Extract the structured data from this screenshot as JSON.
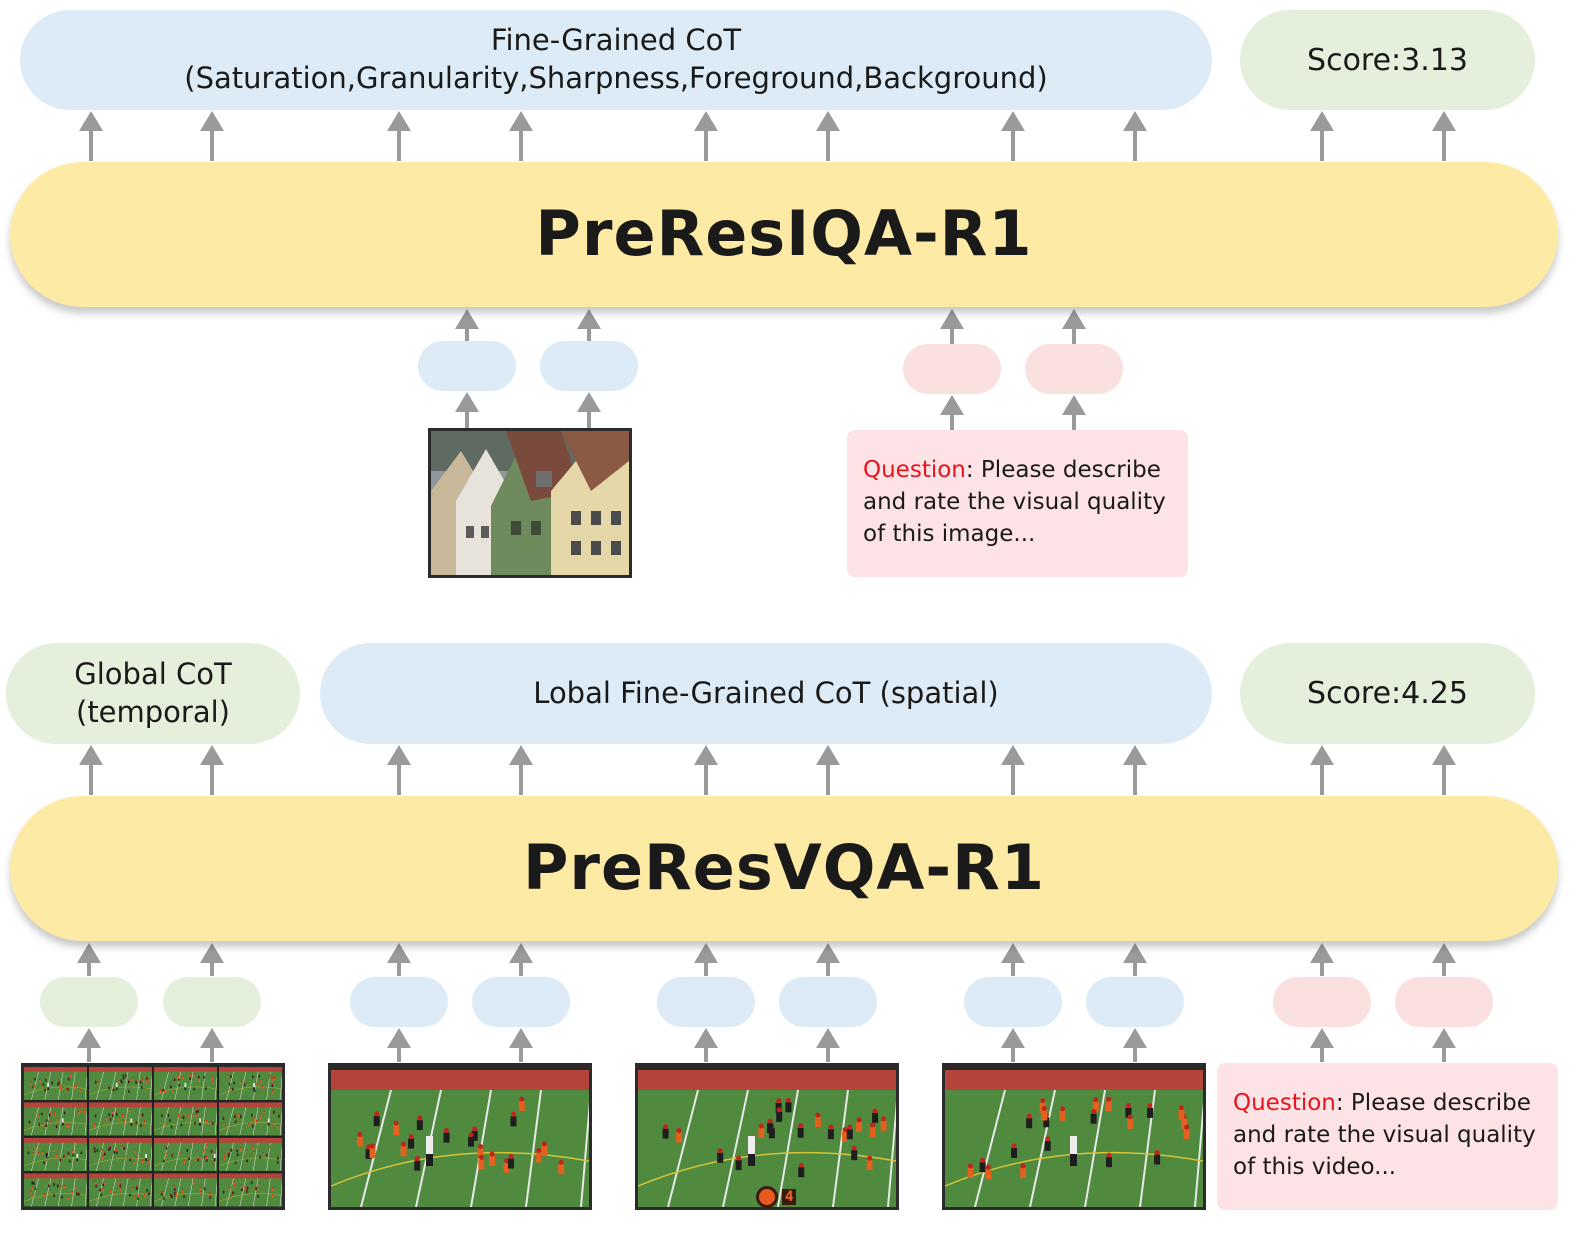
{
  "iqa": {
    "cot_title": "Fine-Grained CoT",
    "cot_dims": "(Saturation,Granularity,Sharpness,Foreground,Background)",
    "score": "Score:3.13",
    "model": "PreResIQA-R1",
    "question_label": "Question",
    "question_text": ": Please describe and rate the visual quality of this image..."
  },
  "vqa": {
    "global_cot_line1": "Global CoT",
    "global_cot_line2": "(temporal)",
    "local_cot": "Lobal Fine-Grained CoT (spatial)",
    "score": "Score:4.25",
    "model": "PreResVQA-R1",
    "question_label": "Question",
    "question_text": ": Please describe and rate the visual quality of this video...",
    "scoreboard_digit": "4"
  },
  "colors": {
    "blue": "#dcebf5",
    "green": "#e4efdc",
    "pink": "#fbe0e0",
    "yellow": "#fdeaa4",
    "arrow": "#9a9a9a",
    "question_red": "#e8141e"
  }
}
